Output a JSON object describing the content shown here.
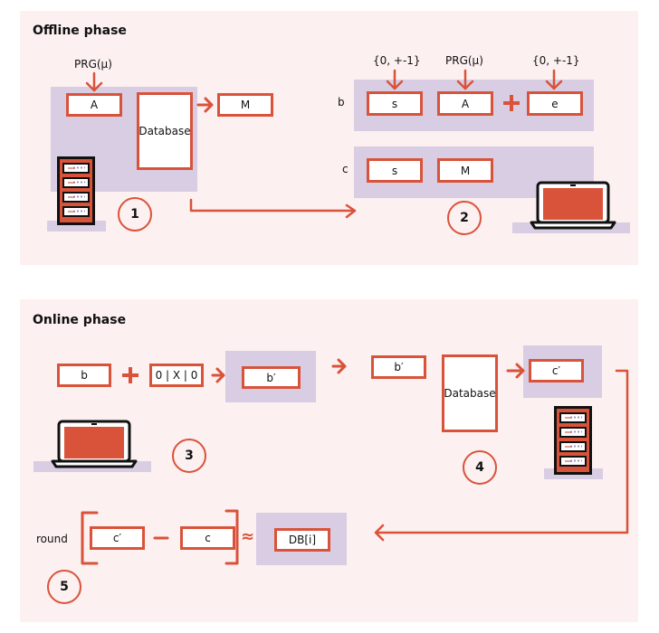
{
  "colors": {
    "accent": "#d9533a",
    "shade": "#d9cde3",
    "panel": "#fcf0f0"
  },
  "offline": {
    "title": "Offline phase",
    "prg_label": "PRG(μ)",
    "box_A": "A",
    "database": "Database",
    "box_M": "M",
    "row_b": {
      "label": "b",
      "s_input": "{0, +-1}",
      "A_input": "PRG(μ)",
      "e_input": "{0, +-1}",
      "s": "s",
      "A": "A",
      "e": "e",
      "operator": "+"
    },
    "row_c": {
      "label": "c",
      "s": "s",
      "M": "M"
    },
    "steps": [
      "1",
      "2"
    ]
  },
  "online": {
    "title": "Online phase",
    "box_b": "b",
    "operator_plus": "+",
    "query_vector": "0 | X | 0",
    "box_b_prime_client": "b′",
    "box_b_prime_server": "b′",
    "database": "Database",
    "box_c_prime": "c′",
    "round_label": "round",
    "round_c_prime": "c′",
    "operator_minus": "−",
    "round_c": "c",
    "approx": "≈",
    "result": "DB[i]",
    "steps": [
      "3",
      "4",
      "5"
    ]
  }
}
